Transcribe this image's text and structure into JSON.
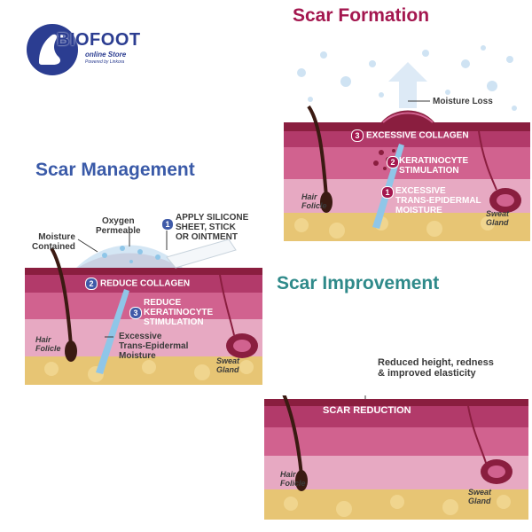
{
  "logo": {
    "brand": "BIOFOOT",
    "line1": "online Store",
    "line2": "Powered by Linkora",
    "colors": {
      "circle": "#2b3d91",
      "text": "#2b3d91"
    }
  },
  "panels": {
    "formation": {
      "title": "Scar Formation",
      "title_color": "#a4174f",
      "moisture_loss": "Moisture Loss",
      "step3": {
        "num": "3",
        "text": "EXCESSIVE COLLAGEN"
      },
      "step2": {
        "num": "2",
        "line1": "KERATINOCYTE",
        "line2": "STIMULATION"
      },
      "step1": {
        "num": "1",
        "line1": "EXCESSIVE",
        "line2": "TRANS-EPIDERMAL",
        "line3": "MOISTURE"
      },
      "hair": {
        "line1": "Hair",
        "line2": "Folicle"
      },
      "gland": {
        "line1": "Sweat",
        "line2": "Gland"
      }
    },
    "management": {
      "title": "Scar Management",
      "title_color": "#3a5aa8",
      "oxygen": {
        "line1": "Oxygen",
        "line2": "Permeable"
      },
      "moisture": {
        "line1": "Moisture",
        "line2": "Contained"
      },
      "step1": {
        "num": "1",
        "line1": "APPLY SILICONE",
        "line2": "SHEET, STICK",
        "line3": "OR OINTMENT"
      },
      "step2": {
        "num": "2",
        "text": "REDUCE COLLAGEN"
      },
      "step3": {
        "num": "3",
        "line1": "REDUCE",
        "line2": "KERATINOCYTE",
        "line3": "STIMULATION"
      },
      "excessive": {
        "line1": "Excessive",
        "line2": "Trans-Epidermal",
        "line3": "Moisture"
      },
      "hair": {
        "line1": "Hair",
        "line2": "Folicle"
      },
      "gland": {
        "line1": "Sweat",
        "line2": "Gland"
      }
    },
    "improvement": {
      "title": "Scar Improvement",
      "title_color": "#2f8a8a",
      "annotation": {
        "line1": "Reduced height, redness",
        "line2": "& improved elasticity"
      },
      "band": "SCAR REDUCTION",
      "hair": {
        "line1": "Hair",
        "line2": "Folicle"
      },
      "gland": {
        "line1": "Sweat",
        "line2": "Gland"
      }
    }
  },
  "colors": {
    "top_layer": "#8a1e3f",
    "band": "#b23a6a",
    "dermis": "#d1628f",
    "lower": "#e7a9c2",
    "fat": "#e7c574",
    "gel": "#8fc6e8",
    "bubble": "#cfe3f3"
  }
}
